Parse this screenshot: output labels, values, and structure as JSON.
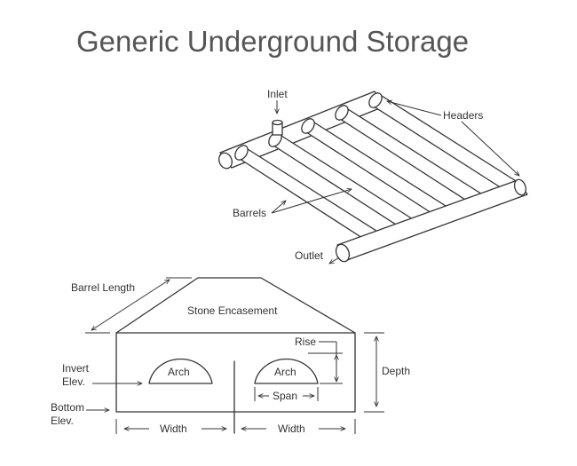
{
  "title": "Generic Underground Storage",
  "iso_labels": {
    "inlet": "Inlet",
    "headers": "Headers",
    "barrels": "Barrels",
    "outlet": "Outlet"
  },
  "section_labels": {
    "barrel_length": "Barrel Length",
    "stone_encasement": "Stone Encasement",
    "rise": "Rise",
    "depth": "Depth",
    "arch_left": "Arch",
    "arch_right": "Arch",
    "span": "Span",
    "invert_elev_line1": "Invert",
    "invert_elev_line2": "Elev.",
    "bottom_elev_line1": "Bottom",
    "bottom_elev_line2": "Elev.",
    "width_left": "Width",
    "width_right": "Width"
  },
  "colors": {
    "line": "#333333",
    "title": "#555555",
    "background": "#ffffff"
  }
}
